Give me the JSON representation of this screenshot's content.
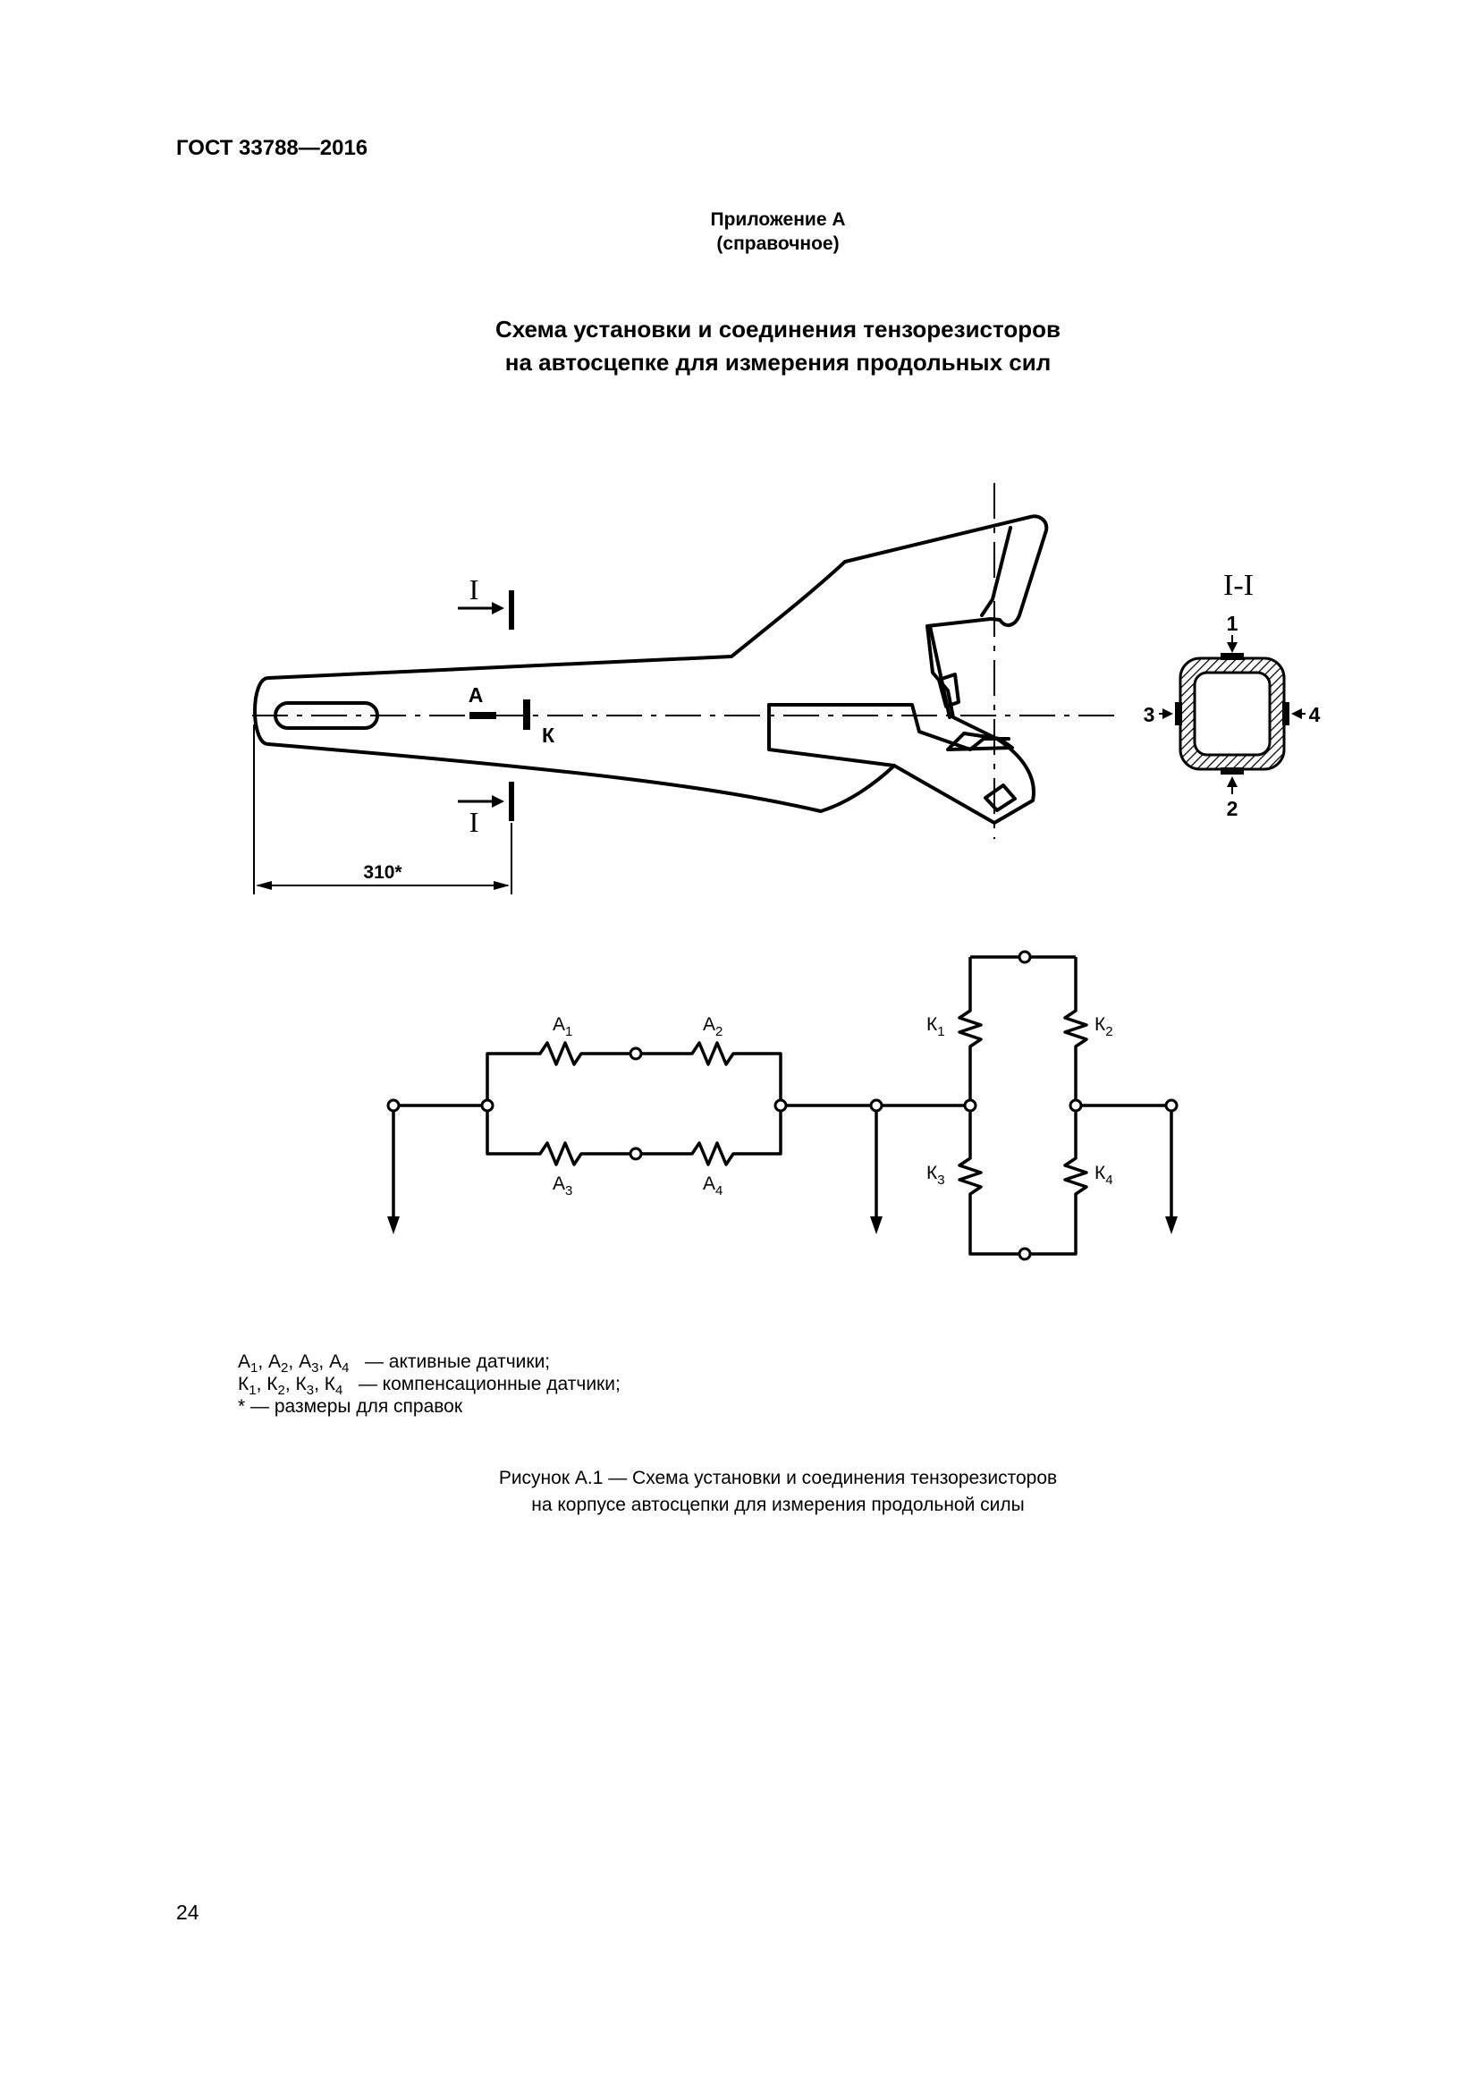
{
  "header": {
    "standard_code": "ГОСТ 33788—2016"
  },
  "appendix": {
    "label": "Приложение А",
    "status": "(справочное)"
  },
  "title": {
    "line1": "Схема установки и соединения тензорезисторов",
    "line2": "на автосцепке для измерения продольных сил"
  },
  "drawing": {
    "section_mark": "I",
    "section_title": "I-I",
    "active_sensor_label": "А",
    "compensation_sensor_label": "К",
    "dimension": "310*",
    "section_points": [
      "1",
      "2",
      "3",
      "4"
    ]
  },
  "circuit": {
    "active_prefix": "А",
    "compensation_prefix": "К",
    "subs": [
      "1",
      "2",
      "3",
      "4"
    ]
  },
  "legend": {
    "active_desc": "— активные датчики;",
    "compensation_desc": "— компенсационные датчики;",
    "reference_note": "* — размеры для справок"
  },
  "caption": {
    "line1": "Рисунок А.1 — Схема установки и соединения тензорезисторов",
    "line2": "на корпусе автосцепки для измерения продольной силы"
  },
  "page": {
    "number": "24"
  }
}
